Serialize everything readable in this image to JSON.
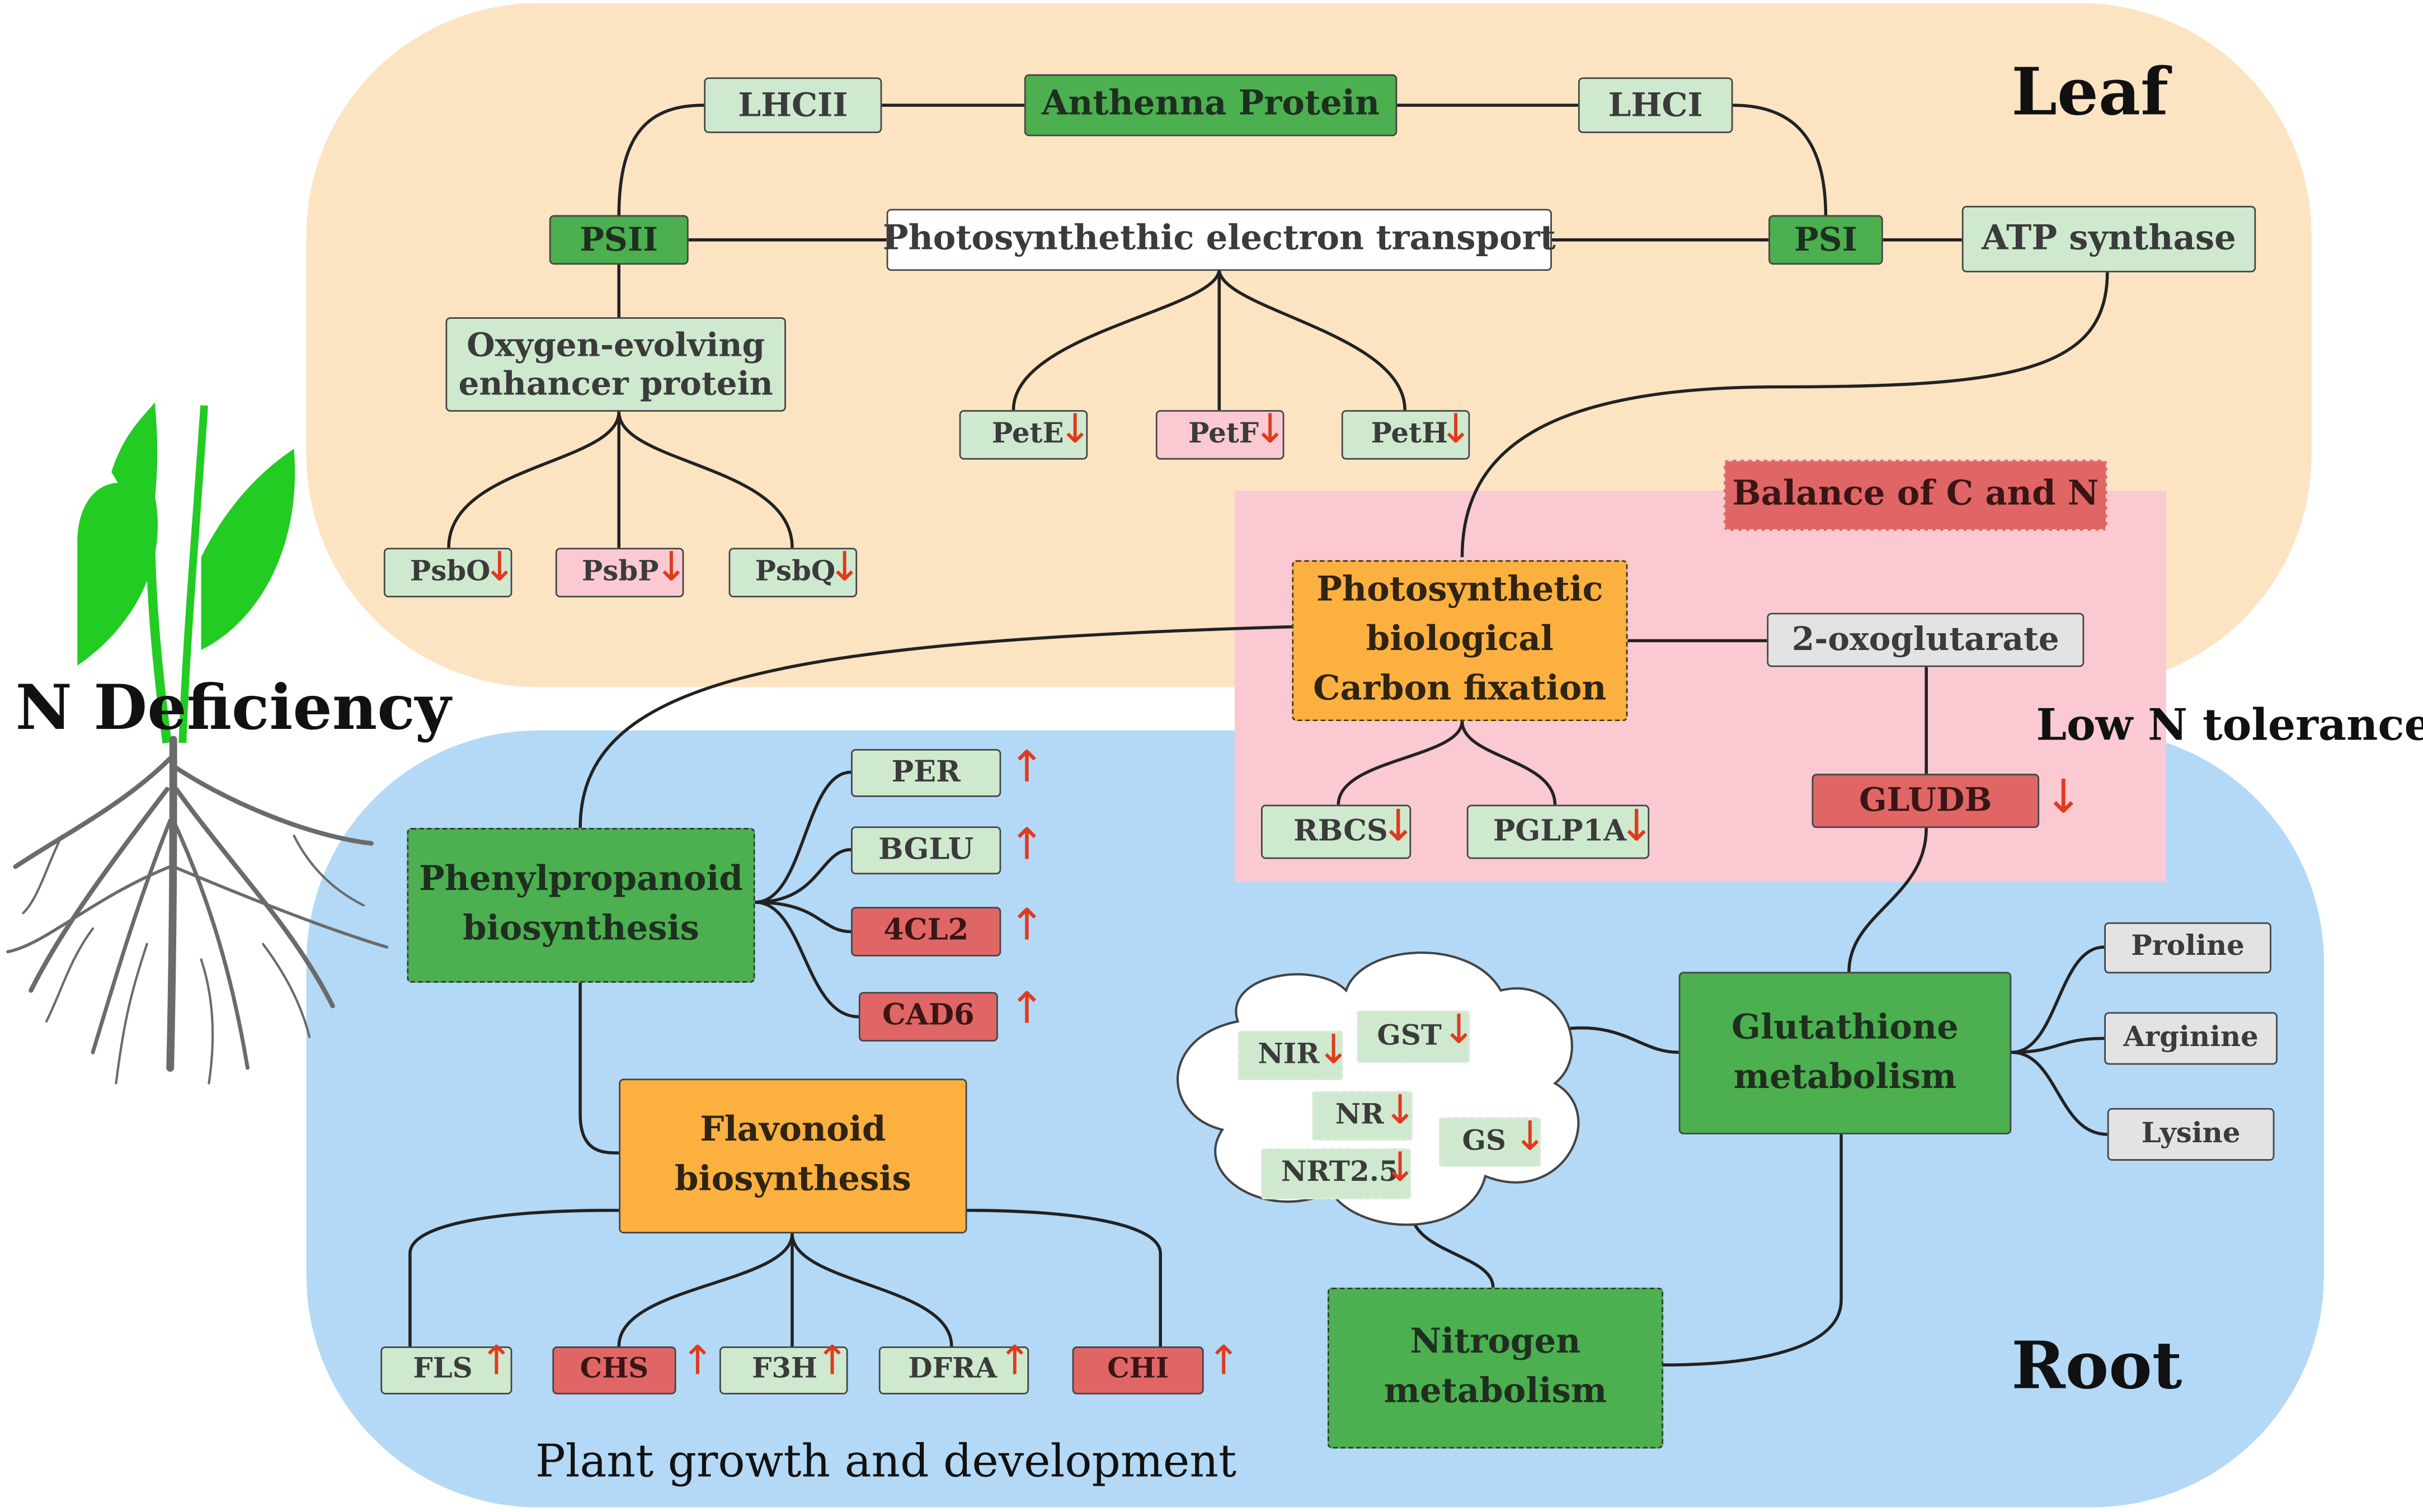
{
  "regions": {
    "leaf": "Leaf",
    "root": "Root",
    "n_deficiency": "N Deficiency",
    "low_n_tolerance": "Low N tolerance",
    "balance": "Balance of C and N",
    "growth": "Plant growth and development"
  },
  "leaf_nodes": {
    "lhcii": "LHCII",
    "anthenna": "Anthenna Protein",
    "lhci": "LHCI",
    "psii": "PSII",
    "transport": "Photosynthethic electron transport",
    "psi": "PSI",
    "atp": "ATP synthase",
    "oxygen": "Oxygen-evolving enhancer protein",
    "pete": "PetE",
    "petf": "PetF",
    "peth": "PetH",
    "psbo": "PsbO",
    "psbp": "PsbP",
    "psbq": "PsbQ"
  },
  "carbon_nodes": {
    "carbon_fixation": "Photosynthetic biological Carbon fixation",
    "oxoglutarate": "2-oxoglutarate",
    "rbcs": "RBCS",
    "pglp1a": "PGLP1A",
    "gludb": "GLUDB"
  },
  "root_nodes": {
    "phenyl": "Phenylpropanoid biosynthesis",
    "per": "PER",
    "bglu": "BGLU",
    "cl2": "4CL2",
    "cad6": "CAD6",
    "flavonoid": "Flavonoid biosynthesis",
    "fls": "FLS",
    "chs": "CHS",
    "f3h": "F3H",
    "dfra": "DFRA",
    "chi": "CHI",
    "glutathione": "Glutathione metabolism",
    "proline": "Proline",
    "arginine": "Arginine",
    "lysine": "Lysine",
    "nitrogen": "Nitrogen metabolism",
    "nir": "NIR",
    "gst": "GST",
    "nr": "NR",
    "gs": "GS",
    "nrt": "NRT2.5"
  },
  "arrows": {
    "up": "↑",
    "down": "↓"
  },
  "colors": {
    "leaf_bg": "#fce4c3",
    "root_bg": "#b3d9f7",
    "balance_bg": "#fbc9d1",
    "light_green": "#cfe9cf",
    "dark_green": "#4caf50",
    "pink": "#fbc9d1",
    "red": "#e06666",
    "orange": "#fbb040",
    "gray": "#e3e3e3",
    "arrow_red": "#e03a1e",
    "plant_leaf": "#22cc22",
    "plant_root": "#6b6b6b"
  }
}
